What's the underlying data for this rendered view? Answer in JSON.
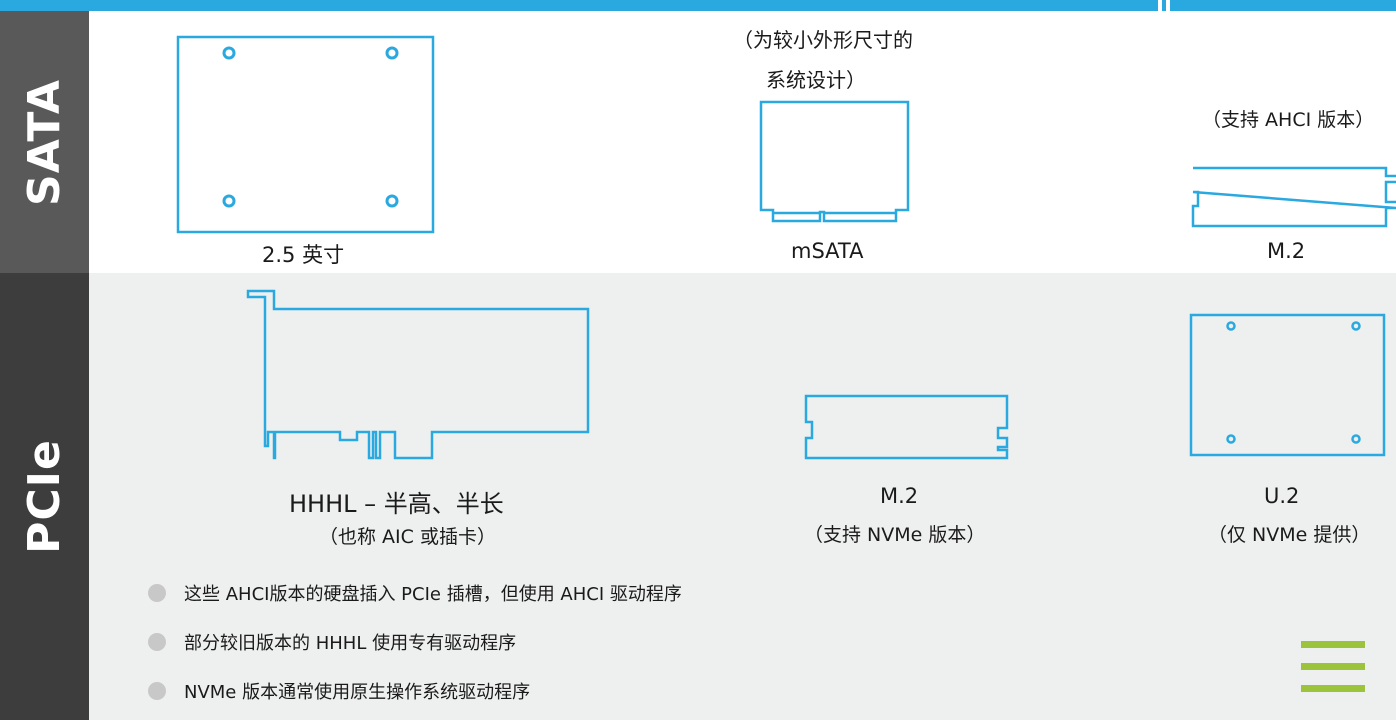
{
  "sections": {
    "sata_label": "SATA",
    "pcie_label": "PCIe"
  },
  "sata": {
    "form_25": {
      "label": "2.5 英寸"
    },
    "msata": {
      "note_line1": "（为较小外形尺寸的",
      "note_line2": "系统设计）",
      "label": "mSATA"
    },
    "m2": {
      "note": "（支持 AHCI 版本）",
      "label": "M.2"
    }
  },
  "pcie": {
    "hhhl": {
      "label": "HHHL – 半高、半长",
      "sub": "（也称 AIC 或插卡）"
    },
    "m2": {
      "label": "M.2",
      "sub": "（支持 NVMe 版本）"
    },
    "u2": {
      "label": "U.2",
      "sub": "（仅 NVMe 提供）"
    }
  },
  "bullets": [
    "这些 AHCI版本的硬盘插入 PCIe 插槽，但使用 AHCI 驱动程序",
    "部分较旧版本的 HHHL 使用专有驱动程序",
    "NVMe 版本通常使用原生操作系统驱动程序"
  ],
  "colors": {
    "accent_blue": "#2aa8e0",
    "menu_green": "#9bc33c",
    "sata_side": "#595959",
    "pcie_side": "#3d3d3d"
  },
  "icons": [
    "hamburger-menu-icon"
  ]
}
